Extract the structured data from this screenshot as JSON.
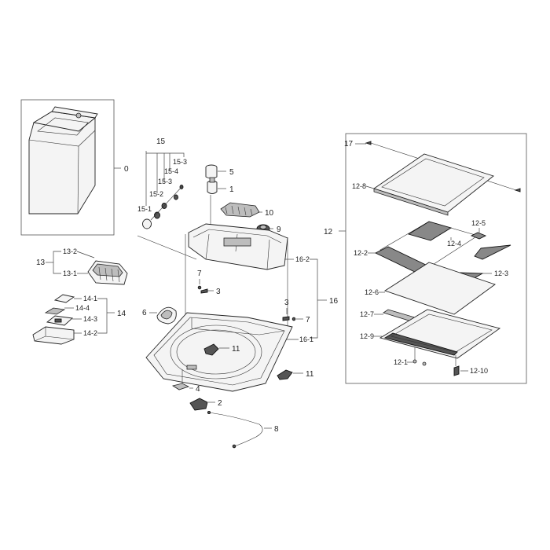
{
  "labels": {
    "l0": "0",
    "l15": "15",
    "l15_3a": "15-3",
    "l15_4": "15-4",
    "l15_3b": "15-3",
    "l15_2": "15-2",
    "l15_1": "15-1",
    "l5": "5",
    "l1": "1",
    "l10": "10",
    "l9": "9",
    "l16_2": "16-2",
    "l16": "16",
    "l16_1": "16-1",
    "l13": "13",
    "l13_2": "13-2",
    "l13_1": "13-1",
    "l7a": "7",
    "l3a": "3",
    "l3b": "3",
    "l7b": "7",
    "l14_1": "14-1",
    "l14_4": "14-4",
    "l14_3": "14-3",
    "l14": "14",
    "l14_2": "14-2",
    "l6": "6",
    "l11a": "11",
    "l11b": "11",
    "l4": "4",
    "l2": "2",
    "l8": "8",
    "l17": "17",
    "l12": "12",
    "l12_8": "12-8",
    "l12_5": "12-5",
    "l12_4": "12-4",
    "l12_2": "12-2",
    "l12_3": "12-3",
    "l12_6": "12-6",
    "l12_7": "12-7",
    "l12_9": "12-9",
    "l12_1": "12-1",
    "l12_10": "12-10"
  }
}
